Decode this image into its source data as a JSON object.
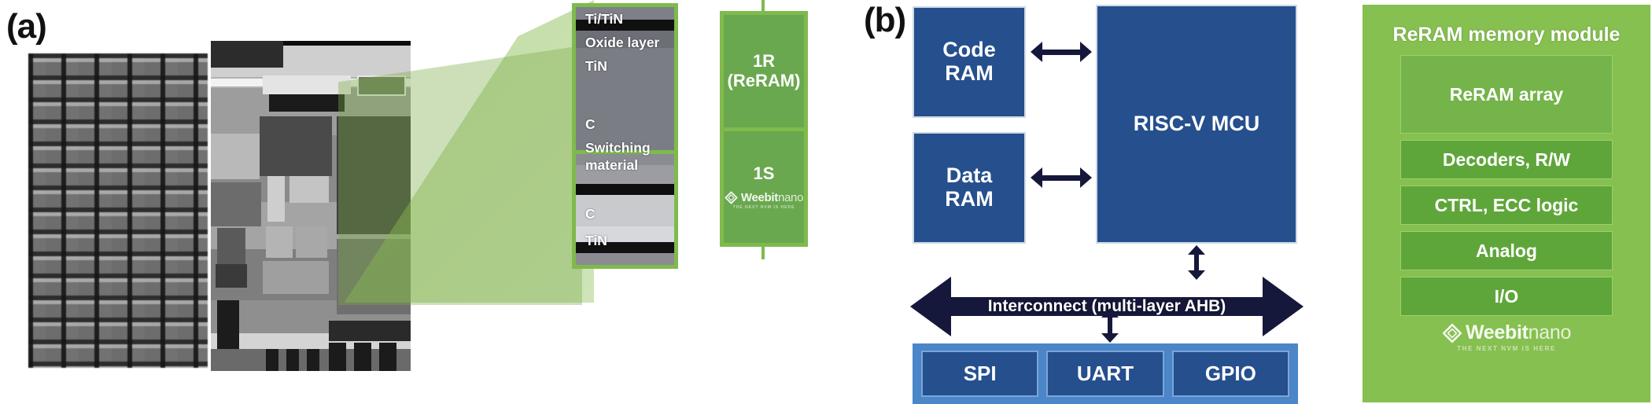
{
  "panels": {
    "a": {
      "label": "(a)"
    },
    "b": {
      "label": "(b)"
    }
  },
  "panel_a": {
    "tem_detail": {
      "upper_labels": [
        "Ti/TiN",
        "Oxide layer",
        "TiN"
      ],
      "lower_labels": [
        "C",
        "Switching material",
        "C",
        "TiN"
      ],
      "lower_label_lines": {
        "c_top": "C",
        "switching_1": "Switching",
        "switching_2": "material",
        "c_bottom": "C",
        "tin_bottom": "TiN"
      }
    },
    "cell_schematic": {
      "top_line1": "1R",
      "top_line2": "(ReRAM)",
      "bottom": "1S",
      "logo": {
        "name_bold": "Weebit",
        "name_light": "nano",
        "tagline": "THE NEXT NVM IS HERE"
      }
    },
    "colors": {
      "green_border": "#7fba4c",
      "green_fill": "#6aa84f"
    }
  },
  "panel_b": {
    "code_ram": {
      "line1": "Code",
      "line2": "RAM"
    },
    "data_ram": {
      "line1": "Data",
      "line2": "RAM"
    },
    "mcu": {
      "label": "RISC-V MCU"
    },
    "interconnect": {
      "label": "Interconnect (multi-layer AHB)"
    },
    "peripherals": [
      {
        "label": "SPI"
      },
      {
        "label": "UART"
      },
      {
        "label": "GPIO"
      }
    ],
    "memory_module": {
      "title": "ReRAM memory module",
      "blocks": [
        {
          "label": "ReRAM array"
        },
        {
          "label": "Decoders, R/W"
        },
        {
          "label": "CTRL, ECC logic"
        },
        {
          "label": "Analog"
        },
        {
          "label": "I/O"
        }
      ],
      "logo": {
        "name_bold": "Weebit",
        "name_light": "nano",
        "tagline": "THE NEXT NVM IS HERE"
      }
    },
    "colors": {
      "block_blue": "#254f8d",
      "peripheral_bar_blue": "#4a86c8",
      "arrow_navy": "#15183a",
      "module_green": "#86c050",
      "module_block_green": "#5fa63a"
    }
  }
}
